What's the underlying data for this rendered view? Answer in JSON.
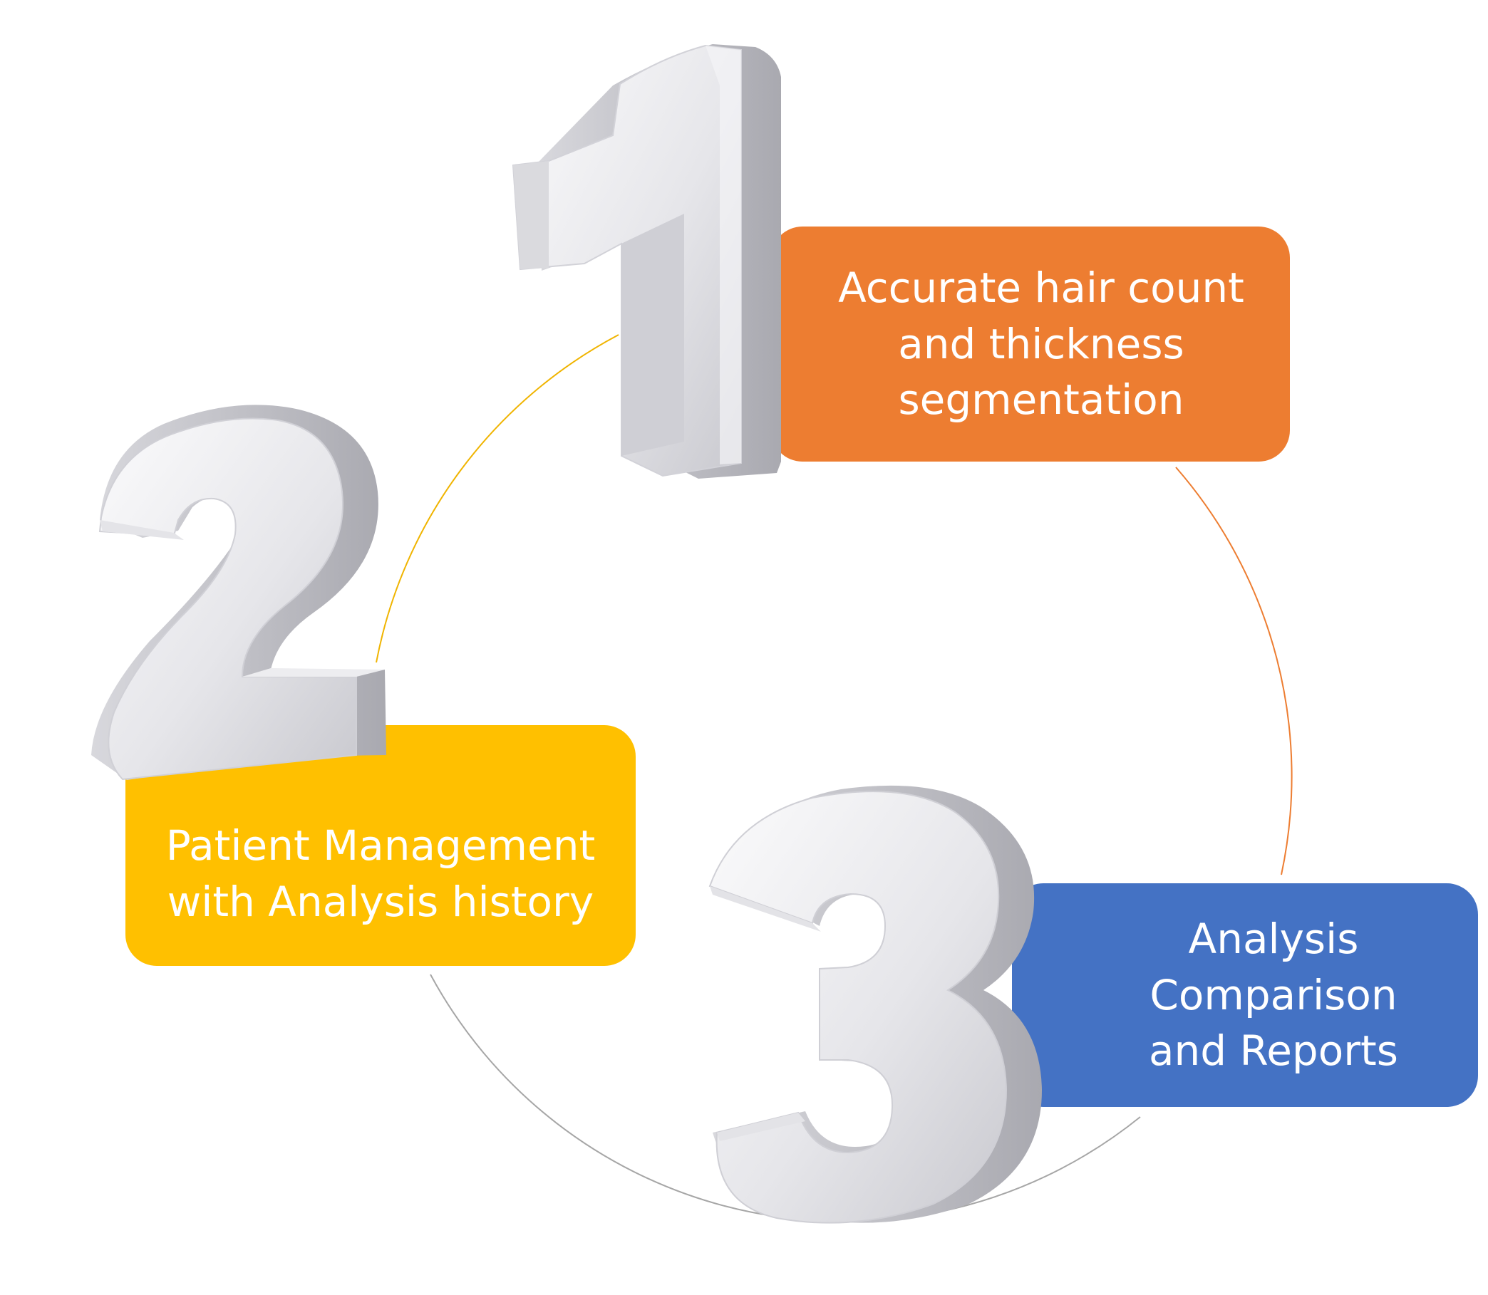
{
  "colors": {
    "orange": "#ED7D31",
    "yellow": "#FFC000",
    "blue": "#4472C4",
    "ring_yellow": "#F0B400",
    "ring_orange": "#ED7D31",
    "ring_gray": "#A6A6A6"
  },
  "steps": [
    {
      "number": "1",
      "text": "Accurate hair count and thickness segmentation",
      "lines": [
        "Accurate hair count",
        "and thickness",
        "segmentation"
      ],
      "color": "#ED7D31"
    },
    {
      "number": "2",
      "text": "Patient Management with Analysis history",
      "lines": [
        "Patient Management",
        "with Analysis history"
      ],
      "color": "#FFC000"
    },
    {
      "number": "3",
      "text": "Analysis Comparison and Reports",
      "lines": [
        "Analysis Comparison",
        "and Reports"
      ],
      "color": "#4472C4"
    }
  ]
}
